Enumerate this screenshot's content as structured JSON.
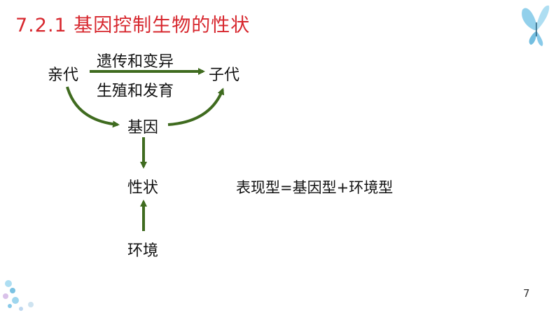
{
  "slide": {
    "title": "7.2.1 基因控制生物的性状",
    "page_number": "7"
  },
  "diagram": {
    "parent_generation": "亲代",
    "offspring_generation": "子代",
    "heredity_label": "遗传和变异",
    "reproduction_label": "生殖和发育",
    "gene": "基因",
    "trait": "性状",
    "environment": "环境",
    "formula": "表现型=基因型+环境型"
  },
  "colors": {
    "title": "#d7272e",
    "arrow": "#3f6b1f",
    "text": "#111111"
  }
}
